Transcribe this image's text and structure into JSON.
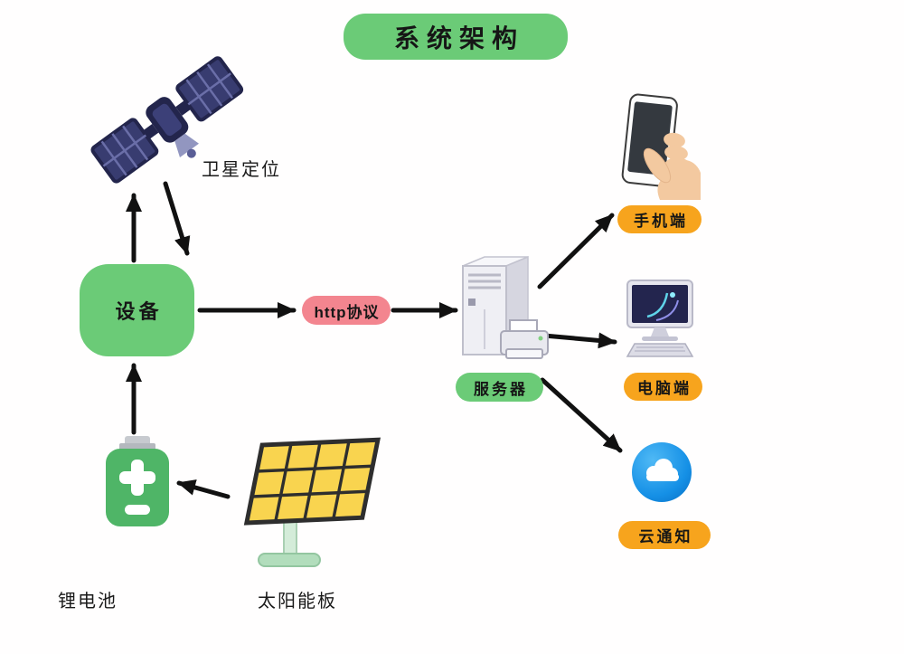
{
  "title": "系统架构",
  "nodes": {
    "satellite_label": "卫星定位",
    "device_label": "设备",
    "http_label": "http协议",
    "server_label": "服务器",
    "phone_label": "手机端",
    "computer_label": "电脑端",
    "cloud_label": "云通知",
    "battery_label": "锂电池",
    "solar_label": "太阳能板"
  },
  "icons": {
    "satellite": "satellite-icon",
    "phone": "phone-in-hand-icon",
    "server": "server-tower-icon",
    "computer": "desktop-computer-icon",
    "cloud": "cloud-notification-icon",
    "battery": "battery-icon",
    "solar": "solar-panel-icon"
  },
  "colors": {
    "green": "#6BCB77",
    "pink": "#F3858F",
    "orange": "#F7A41D",
    "ink": "#161616",
    "arrow": "#111111"
  }
}
